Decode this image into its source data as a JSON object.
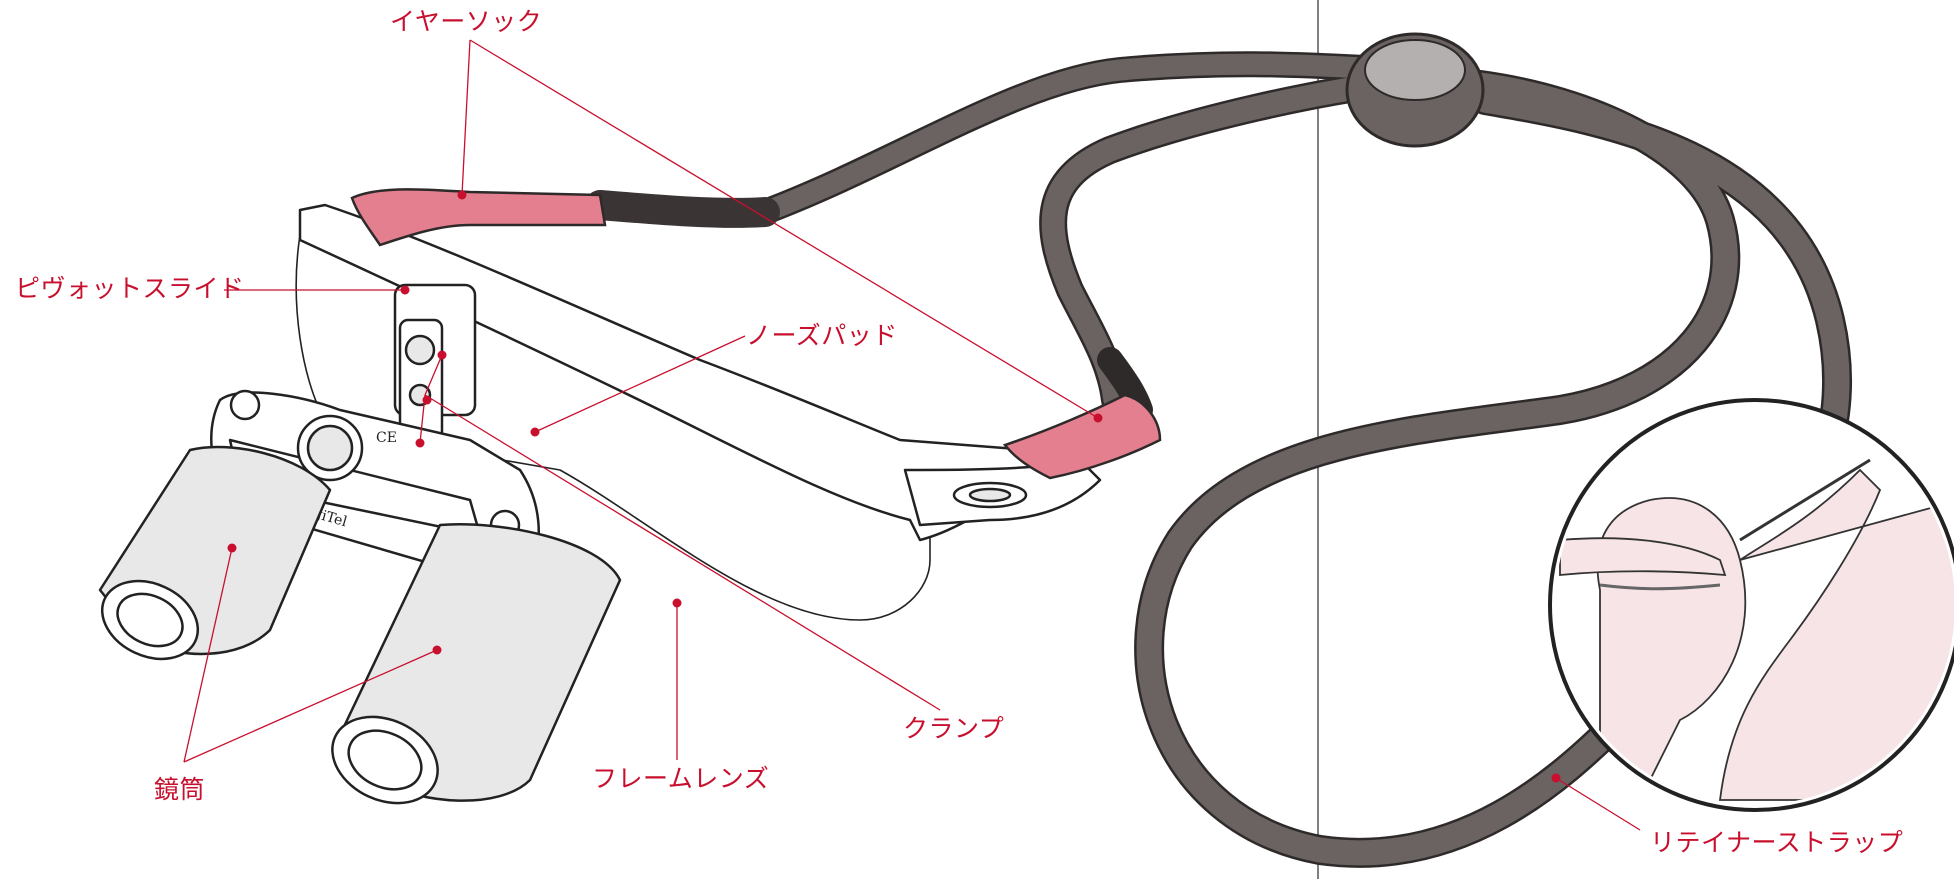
{
  "colors": {
    "accent": "#c8102e",
    "strap": "#6b6262",
    "strap_outline": "#2e2a2a",
    "ear_sock": "#e47f8f",
    "barrel_fill": "#e8e8e8",
    "skin": "#f7e4e6"
  },
  "labels": {
    "ear_sock": "イヤーソック",
    "pivot_slide": "ピヴォットスライド",
    "nose_pad": "ノーズパッド",
    "clamp": "クランプ",
    "frame_lens": "フレームレンズ",
    "barrel": "鏡筒",
    "retainer_strap": "リテイナーストラップ"
  },
  "markings": {
    "brand": "SurgiTel",
    "ce": "CE"
  }
}
